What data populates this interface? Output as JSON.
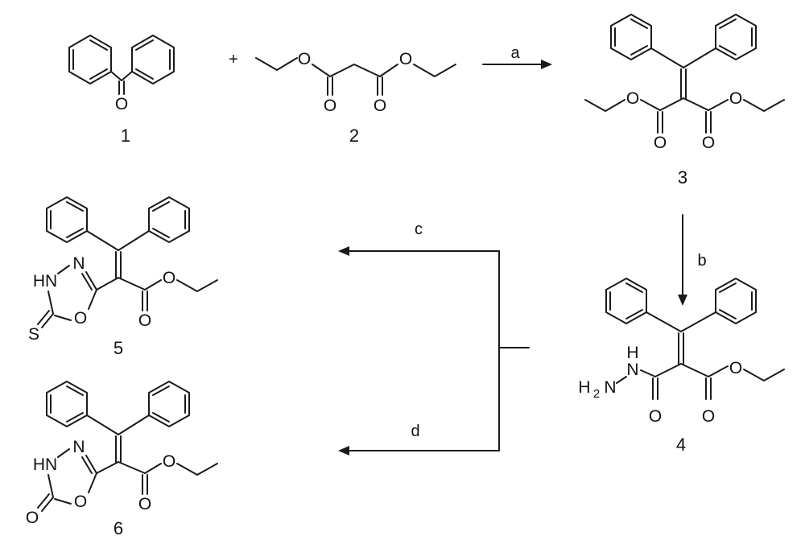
{
  "compounds": {
    "c1": {
      "number": "1"
    },
    "c2": {
      "number": "2"
    },
    "c3": {
      "number": "3"
    },
    "c4": {
      "number": "4"
    },
    "c5": {
      "number": "5"
    },
    "c6": {
      "number": "6"
    }
  },
  "plus_sign": "+",
  "reagents": {
    "a": "a",
    "b": "b",
    "c": "c",
    "d": "d"
  },
  "atoms": {
    "O": "O",
    "S": "S",
    "N": "N",
    "NH": "HN",
    "H": "H",
    "H2": "H",
    "H2_sub": "2",
    "N_after_H2": "N",
    "dash": "–"
  }
}
